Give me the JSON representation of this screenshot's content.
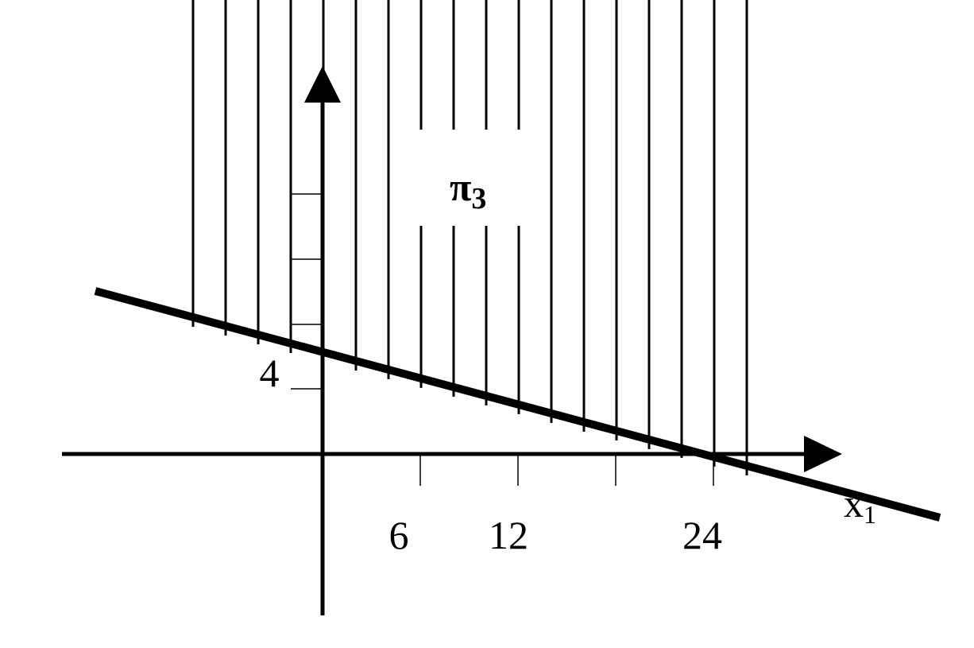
{
  "diagram": {
    "x_axis": {
      "label_main": "x",
      "label_sub": "1",
      "tick_labels": [
        "6",
        "12",
        "24"
      ]
    },
    "y_axis": {
      "tick_labels": [
        "4"
      ]
    },
    "region": {
      "label_main": "π",
      "label_sub": "3"
    },
    "colors": {
      "ink": "#000000",
      "background": "#ffffff"
    }
  }
}
